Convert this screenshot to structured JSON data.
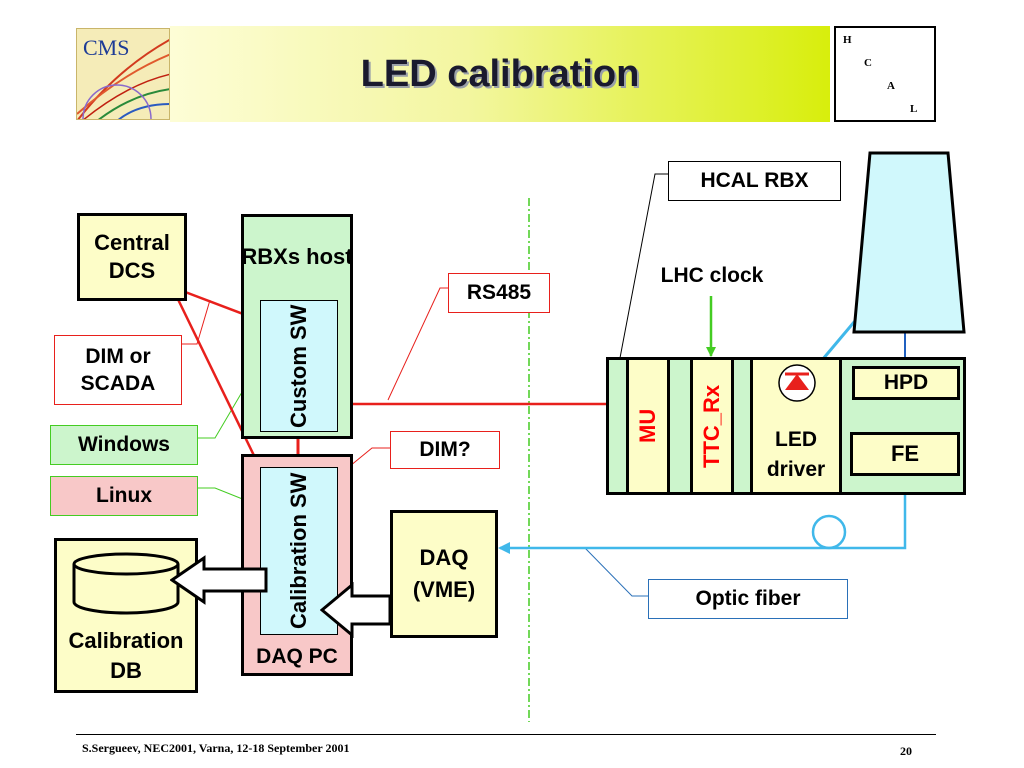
{
  "slide": {
    "title": "LED calibration",
    "logo_text": "CMS",
    "hcal_letters": [
      "H",
      "C",
      "A",
      "L"
    ],
    "footer_left": "S.Sergueev, NEC2001, Varna, 12-18 September 2001",
    "page_number": "20"
  },
  "diagram": {
    "central_dcs": "Central DCS",
    "rbxs_host": "RBXs host",
    "custom_sw": "Custom SW",
    "dim_or_scada": "DIM or SCADA",
    "windows": "Windows",
    "linux": "Linux",
    "calibration_sw": "Calibration SW",
    "daq_pc": "DAQ PC",
    "calibration_db": "Calibration DB",
    "daq_vme_line1": "DAQ",
    "daq_vme_line2": "(VME)",
    "rs485": "RS485",
    "dim_q": "DIM?",
    "hcal_rbx": "HCAL RBX",
    "lhc_clock": "LHC clock",
    "mu": "MU",
    "ttc_rx": "TTC_Rx",
    "led_driver_line1": "LED",
    "led_driver_line2": "driver",
    "hpd": "HPD",
    "fe": "FE",
    "optic_fiber": "Optic fiber"
  },
  "colors": {
    "yellow_box": "#fdfdc8",
    "green_box": "#ccf5cc",
    "pink_box": "#f8c8c8",
    "cyan_box": "#d0f8fc",
    "red_line": "#e8201c",
    "green_line": "#44cc22",
    "blue_line": "#40b8ea",
    "dark_blue_arrow": "#2060c0",
    "red_label": "#ff0000"
  }
}
